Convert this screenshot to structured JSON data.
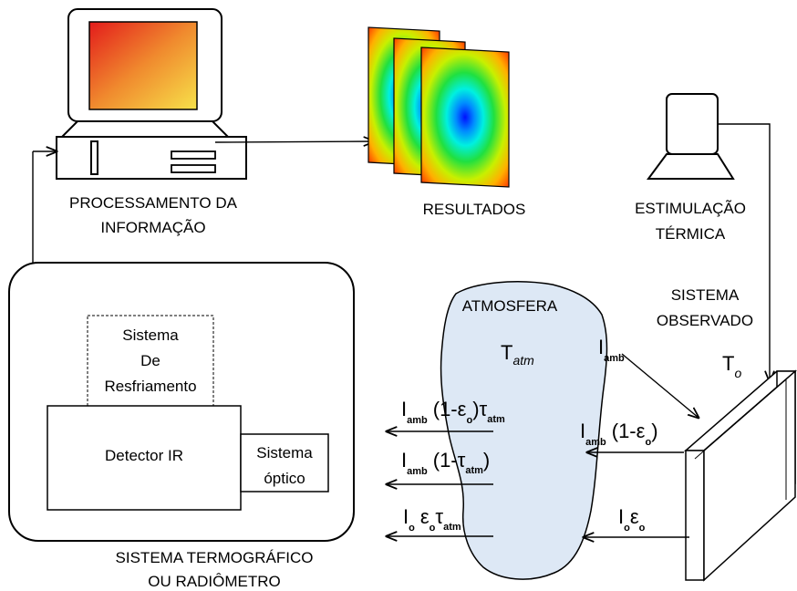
{
  "labels": {
    "processing": [
      "PROCESSAMENTO DA",
      "INFORMAÇÃO"
    ],
    "results": "RESULTADOS",
    "stimulation": [
      "ESTIMULAÇÃO",
      "TÉRMICA"
    ],
    "observed": [
      "SISTEMA",
      "OBSERVADO"
    ],
    "thermo": [
      "SISTEMA TERMOGRÁFICO",
      "OU RADIÔMETRO"
    ],
    "cooling": [
      "Sistema",
      "De",
      "Resfriamento"
    ],
    "detector": "Detector IR",
    "optics": [
      "Sistema",
      "óptico"
    ],
    "atmosphere": "ATMOSFERA"
  },
  "symbols": {
    "T": "T",
    "atm": "atm",
    "o": "o",
    "I": "I",
    "amb": "amb",
    "eps": "ε",
    "tau": "τ",
    "one_minus_eps_open": "(1-ε",
    "one_minus_tau_open": "(1-τ",
    "close_paren": ")"
  },
  "colors": {
    "atmosphere_fill": "#dde8f5",
    "screen_gradient_start": "#e31b1b",
    "screen_gradient_end": "#f7e24a"
  }
}
